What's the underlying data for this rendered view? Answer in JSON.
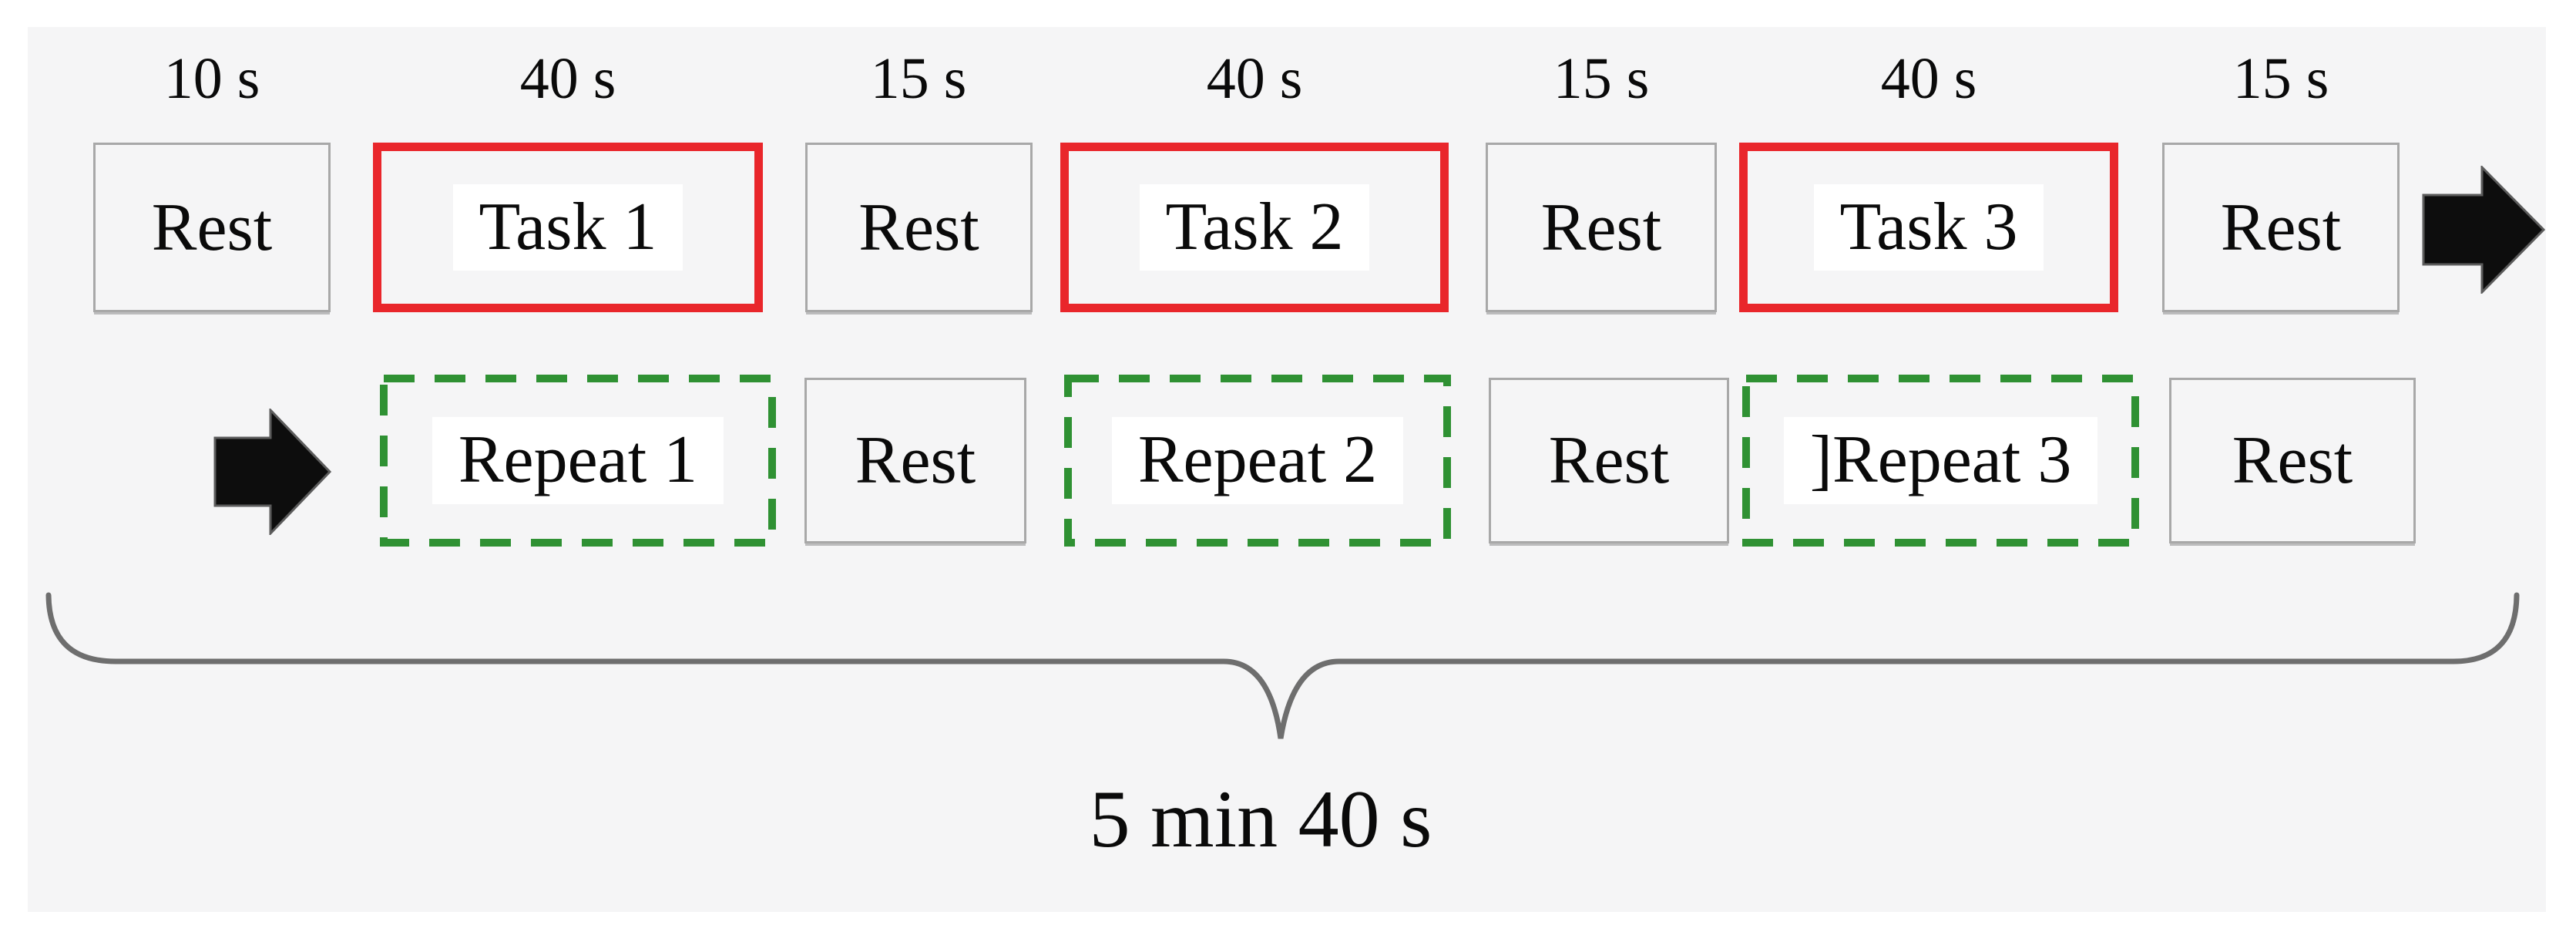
{
  "figure_type": "experiment-protocol-timeline",
  "colors": {
    "panel_bg": "#f5f5f6",
    "page_bg": "#ffffff",
    "task_border": "#e9262b",
    "repeat_border": "#2f9133",
    "rest_border": "#a8a8a8",
    "text": "#0a0a0a",
    "arrow": "#0d0d0d",
    "brace": "#6e6e6e",
    "patch_bg": "#ffffff"
  },
  "top_labels": [
    "10 s",
    "40 s",
    "15 s",
    "40 s",
    "15 s",
    "40 s",
    "15 s"
  ],
  "row1": {
    "blocks": [
      "Rest",
      "Task 1",
      "Rest",
      "Task 2",
      "Rest",
      "Task 3",
      "Rest"
    ],
    "arrow_icon": "continue-right-arrow"
  },
  "row2": {
    "arrow_icon": "wrap-to-second-row-arrow",
    "blocks": [
      "Repeat 1",
      "Rest",
      "Repeat 2",
      "Rest",
      "]Repeat 3",
      "Rest"
    ]
  },
  "total_duration": "5 min 40 s"
}
